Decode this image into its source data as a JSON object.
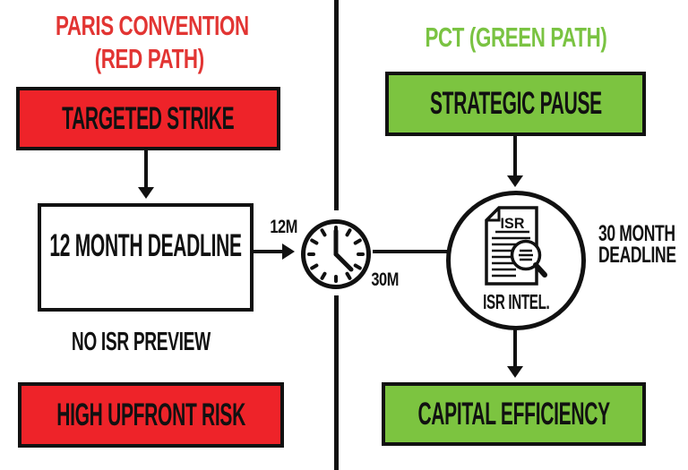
{
  "diagram": {
    "left": {
      "title_line1": "PARIS CONVENTION",
      "title_line2": "(RED PATH)",
      "step1": "TARGETED STRIKE",
      "step2": "12 MONTH DEADLINE",
      "note": "NO ISR PREVIEW",
      "step3": "HIGH UPFRONT RISK"
    },
    "right": {
      "title": "PCT (GREEN PATH)",
      "step1": "STRATEGIC PAUSE",
      "isr_doc_label": "ISR",
      "isr_caption": "ISR INTEL.",
      "deadline_line1": "30 MONTH",
      "deadline_line2": "DEADLINE",
      "step2": "CAPITAL EFFICIENCY"
    },
    "center": {
      "clock_label_top": "12M",
      "clock_label_bottom": "30M"
    },
    "colors": {
      "red_fill": "#ee2329",
      "red_title_text": "#e23533",
      "green_fill": "#7cc440",
      "green_title_text": "#7ac342",
      "ink": "#111111",
      "background": "#ffffff"
    }
  }
}
